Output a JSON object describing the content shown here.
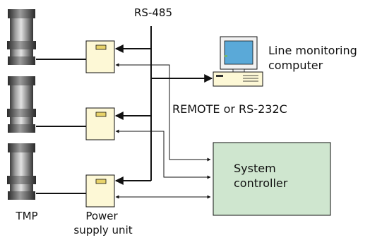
{
  "labels": {
    "rs485": "RS-485",
    "line_monitoring_1": "Line monitoring",
    "line_monitoring_2": "computer",
    "remote": "REMOTE or RS-232C",
    "system_controller_1": "System",
    "system_controller_2": "controller",
    "tmp": "TMP",
    "power_supply_1": "Power",
    "power_supply_2": "supply unit"
  },
  "colors": {
    "background": "#ffffff",
    "line": "#111111",
    "power_unit_fill": "#fdf8d6",
    "power_unit_indicator": "#e8d36a",
    "controller_fill": "#cfe6cf",
    "monitor_screen": "#5aa9d8",
    "computer_body": "#fdf8d6"
  },
  "icons": {
    "tmp": "turbomolecular-pump-icon",
    "power_unit": "power-supply-unit-icon",
    "computer": "desktop-computer-icon"
  }
}
